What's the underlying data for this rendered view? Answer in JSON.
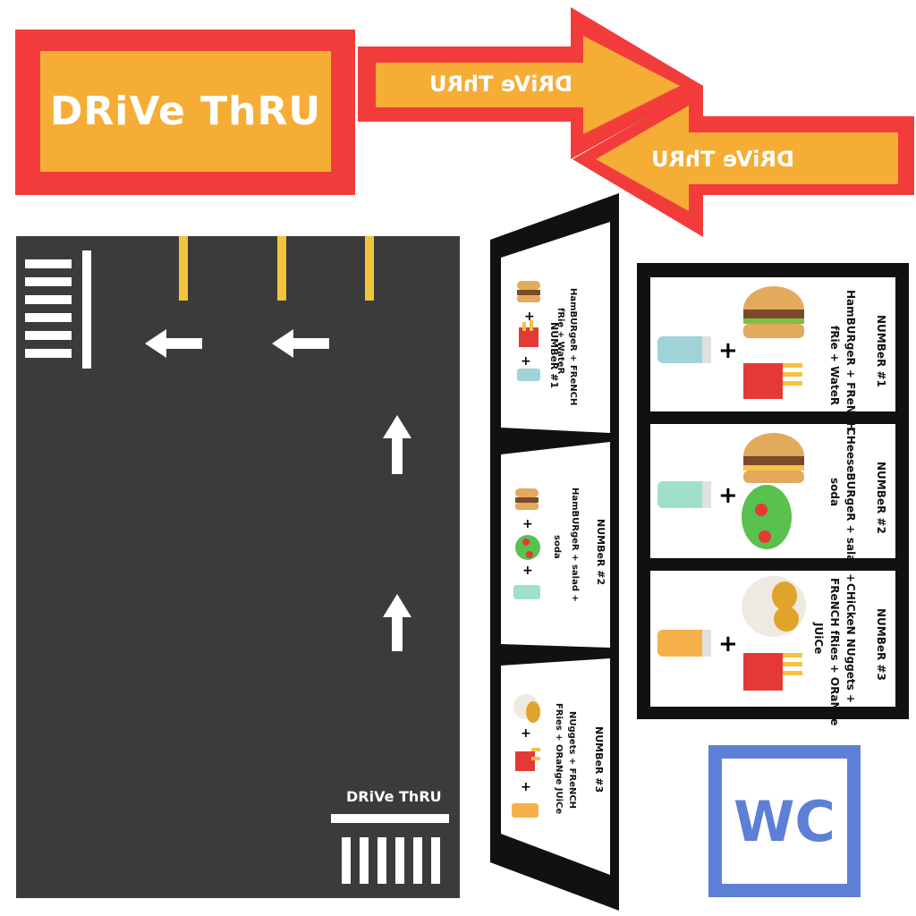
{
  "colors": {
    "red": "#f23c3c",
    "orange": "#f5ad35",
    "asphalt": "#3b3b3b",
    "yellow_line": "#f2c33c",
    "wc_blue": "#5e7fd6"
  },
  "sign": {
    "main_label": "DRiVe ThRU"
  },
  "arrow_banners": [
    {
      "label": "DRiVe ThRU"
    },
    {
      "label": "DRiVe ThRU"
    }
  ],
  "road": {
    "label": "DRiVe ThRU",
    "icons": [
      "crosswalk-icon",
      "arrow-left-icon",
      "arrow-up-icon",
      "parking-line-icon"
    ]
  },
  "board_angled": {
    "items": [
      {
        "title": "NUMBeR #1",
        "desc": [
          "HamBURgeR + FReNCH",
          "fRie + WateR"
        ]
      },
      {
        "title": "NUMBeR #2",
        "desc": [
          "HamBURgeR + salad +",
          "soda"
        ]
      },
      {
        "title": "NUMBeR #3",
        "desc": [
          "NUggets + FReNCH",
          "FRies + ORaNge JUiCe"
        ]
      }
    ]
  },
  "board_flat": {
    "items": [
      {
        "title": "NUMBeR #1",
        "desc": [
          "HamBURgeR + FReNCH",
          "fRie + WateR"
        ]
      },
      {
        "title": "NUMBeR #2",
        "desc": [
          "CHeeseBURgeR + salad +",
          "soda"
        ]
      },
      {
        "title": "NUMBeR #3",
        "desc": [
          "CHiCkeN NUggets +",
          "FReNCH fRies + ORaNge",
          "JUiCe"
        ]
      }
    ]
  },
  "wc": {
    "label": "WC"
  }
}
